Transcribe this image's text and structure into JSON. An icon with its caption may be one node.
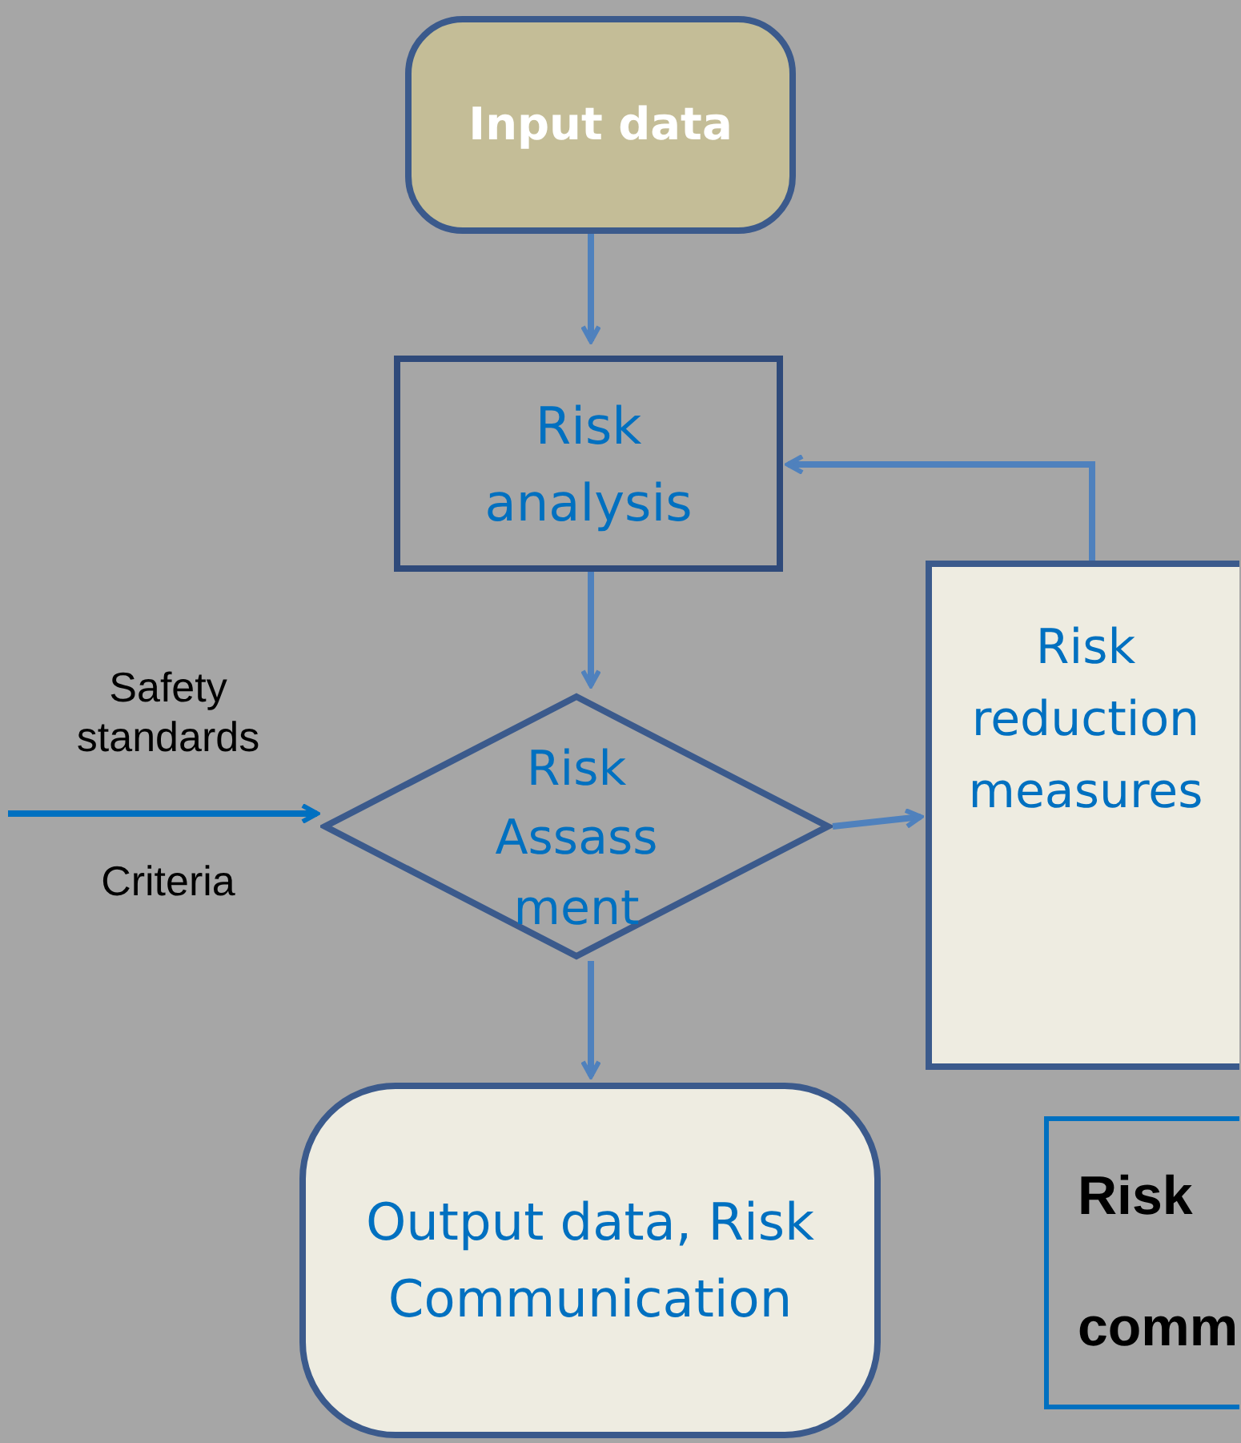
{
  "diagram": {
    "nodes": [
      {
        "text": [
          "Input data"
        ]
      },
      {
        "text": [
          "Risk analysis"
        ]
      },
      {
        "text": [
          "Risk Assass ment"
        ]
      },
      {
        "text": [
          "Risk reduction measures"
        ]
      },
      {
        "text": [
          "Output data, Risk Communication"
        ]
      },
      {
        "text": [
          "Risk comm"
        ]
      }
    ],
    "edges": [
      {
        "from": 0,
        "to": 1,
        "arrow": "to"
      },
      {
        "from": 1,
        "to": 2,
        "arrow": "to"
      },
      {
        "from": null,
        "to": 2,
        "arrow": "to",
        "color": "#0070c0"
      },
      {
        "from": 2,
        "to": 3,
        "arrow": "to"
      },
      {
        "from": 3,
        "to": 1,
        "arrow": "to"
      },
      {
        "from": 2,
        "to": 4,
        "arrow": "to"
      }
    ],
    "labels": [
      "Safety standards",
      "Criteria"
    ]
  }
}
